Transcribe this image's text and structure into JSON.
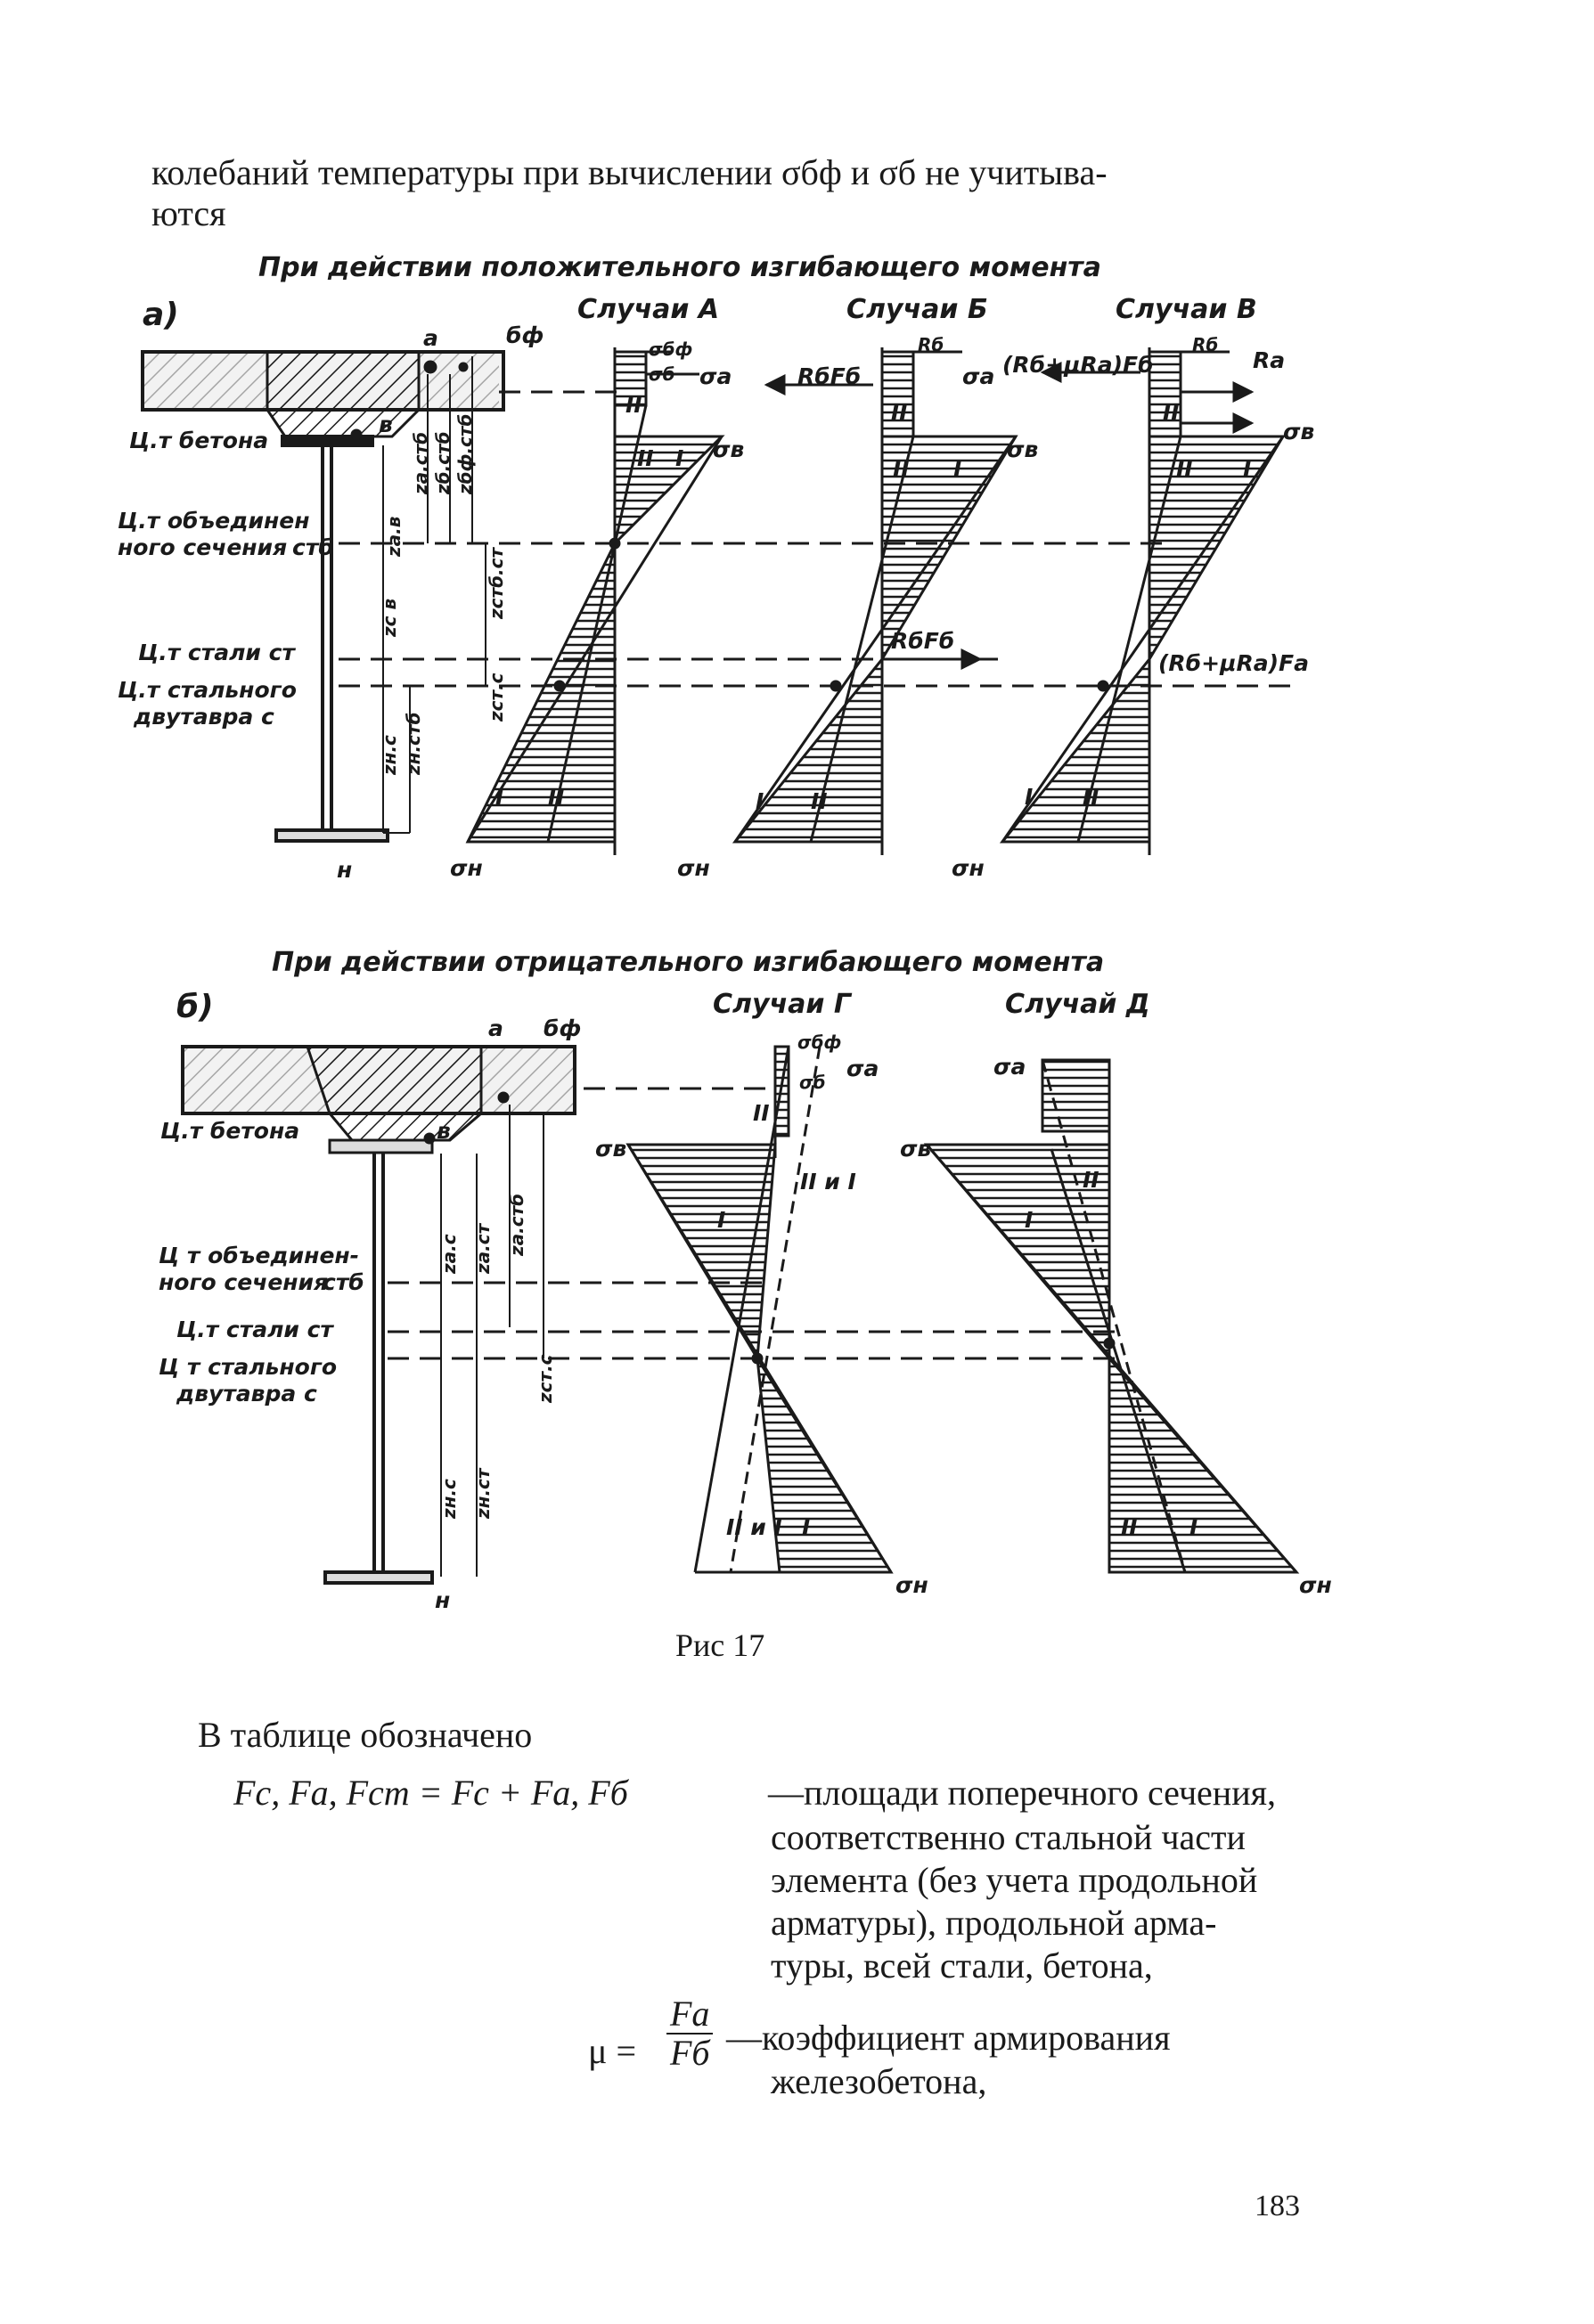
{
  "intro": {
    "line1": "колебаний температуры при вычислении σбф и σб не учитыва-",
    "line2": "ются"
  },
  "figure_a": {
    "caption": "При действии положительного изгибающего момента",
    "panel": "а)",
    "cases": [
      "Случаи А",
      "Случаи Б",
      "Случаи В"
    ],
    "labels": {
      "a": "а",
      "bf": "бф",
      "b": "б",
      "v": "в",
      "n": "н",
      "ct_concrete": "Ц.т бетона",
      "ct_combined_1": "Ц.т объединен",
      "ct_combined_2": "ного сечения",
      "stb": "стб",
      "ct_steel": "Ц.т стали ст",
      "ct_beam_1": "Ц.т стального",
      "ct_beam_2": "двутавра с",
      "dims": [
        "zа.стб",
        "zб.стб",
        "zбф.стб",
        "zа.в",
        "zс в",
        "zстб.ст",
        "zст.с",
        "zн.с",
        "zн.стб"
      ],
      "sigma_bf": "σбф",
      "sigma_b": "σб",
      "sigma_a": "σа",
      "sigma_v": "σв",
      "sigma_n": "σн",
      "zone_I": "I",
      "zone_II": "II",
      "force_b": "RбFб",
      "force_b2": "(Rб+μRа)Fб",
      "rb": "Rб",
      "ra": "Rа",
      "force_steel": "(Rб+μRа)Fа"
    }
  },
  "figure_b": {
    "caption": "При действии отрицательного изгибающего момента",
    "panel": "б)",
    "cases": [
      "Случаи Г",
      "Случай Д"
    ],
    "labels": {
      "ct_concrete": "Ц.т бетона",
      "ct_combined_1": "Ц т объединен-",
      "ct_combined_2": "ного сечения",
      "stb": "стб",
      "ct_steel": "Ц.т стали ст",
      "ct_beam_1": "Ц т стального",
      "ct_beam_2": "двутавра с",
      "dims": [
        "zа.с",
        "zа.ст",
        "zа.стб",
        "zст.с",
        "zн.с",
        "zн.ст"
      ],
      "zone_II_I": "II и I"
    }
  },
  "figure_caption": "Рис 17",
  "legend": {
    "title": "В таблице обозначено",
    "def1_symbols": "Fс, Fа, Fст = Fс + Fа, Fб",
    "def1_lines": [
      "—площади поперечного сечения,",
      "соответственно стальной части",
      "элемента (без учета продольной",
      "арматуры), продольной арма-",
      "туры, всей стали, бетона,"
    ],
    "mu": "μ =",
    "frac_num": "Fа",
    "frac_den": "Fб",
    "def2_lines": [
      "—коэффициент армирования",
      "железобетона,"
    ]
  },
  "page_number": "183"
}
